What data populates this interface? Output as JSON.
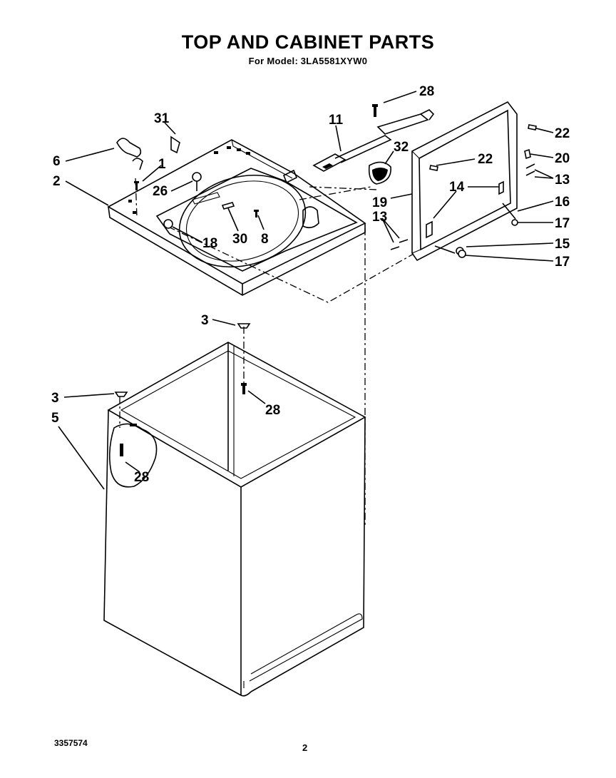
{
  "header": {
    "title": "TOP AND CABINET PARTS",
    "model_prefix": "For Model:",
    "model_number": "3LA5581XYW0"
  },
  "footer": {
    "document_number": "3357574",
    "page_number": "2"
  },
  "callouts": {
    "c28a": "28",
    "c11": "11",
    "c31": "31",
    "c32": "32",
    "c22a": "22",
    "c22b": "22",
    "c20": "20",
    "c13a": "13",
    "c6": "6",
    "c1": "1",
    "c2": "2",
    "c26": "26",
    "c14": "14",
    "c16": "16",
    "c19": "19",
    "c13b": "13",
    "c17a": "17",
    "c30": "30",
    "c8": "8",
    "c18": "18",
    "c15": "15",
    "c17b": "17",
    "c3a": "3",
    "c28b": "28",
    "c3b": "3",
    "c5": "5",
    "c28c": "28"
  }
}
